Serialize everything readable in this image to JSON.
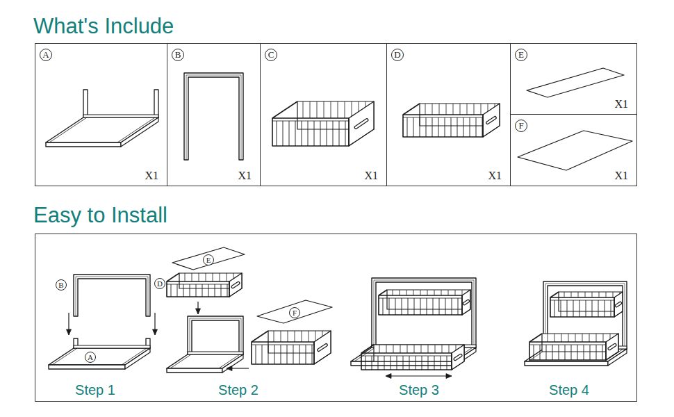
{
  "diagram": {
    "nodes": [
      {
        "text": [
          "What's Include"
        ]
      },
      {
        "text": [
          "A",
          "X1"
        ],
        "in": 0
      },
      {
        "text": [
          "B",
          "X1"
        ],
        "in": 0
      },
      {
        "text": [
          "C",
          "X1"
        ],
        "in": 0
      },
      {
        "text": [
          "D",
          "X1"
        ],
        "in": 0
      },
      {
        "text": [
          "E",
          "X1"
        ],
        "in": 0
      },
      {
        "text": [
          "F",
          "X1"
        ],
        "in": 0
      },
      {
        "text": [
          "Easy to Install",
          "Step 1",
          "Step 2",
          "Step 3",
          "Step 4"
        ]
      }
    ],
    "labels": [
      "B",
      "A",
      "E",
      "D",
      "F"
    ]
  }
}
